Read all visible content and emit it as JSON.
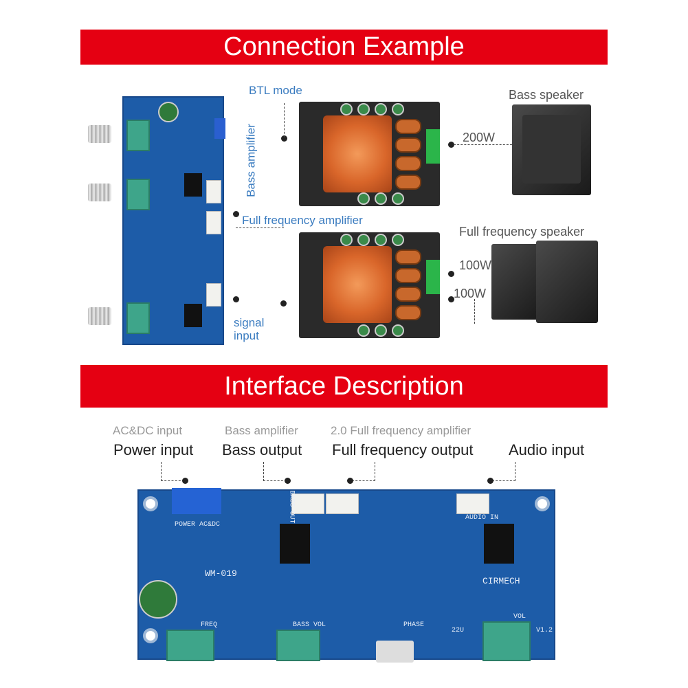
{
  "banners": {
    "connection": "Connection Example",
    "interface": "Interface Description"
  },
  "connection": {
    "btl_mode": "BTL mode",
    "bass_amplifier": "Bass amplifier",
    "full_frequency_amplifier": "Full frequency amplifier",
    "signal_input": "signal input",
    "bass_speaker": "Bass speaker",
    "bass_power": "200W",
    "full_frequency_speaker": "Full frequency speaker",
    "ff_power_1": "100W",
    "ff_power_2": "100W"
  },
  "interface": {
    "power": {
      "sub": "AC&DC input",
      "main": "Power input"
    },
    "bass": {
      "sub": "Bass amplifier",
      "main": "Bass output"
    },
    "full": {
      "sub": "2.0 Full frequency amplifier",
      "main": "Full frequency output"
    },
    "audio": {
      "main": "Audio input"
    }
  },
  "board_silkscreen": {
    "model": "WM-019",
    "brand": "CIRMECH",
    "power": "POWER AC&DC",
    "bass_out": "BASS OUT",
    "freq": "FREQ",
    "bass_vol": "BASS VOL",
    "phase": "PHASE",
    "vol": "VOL",
    "cap": "22U",
    "version": "V1.2",
    "audio_in": "AUDIO IN"
  },
  "colors": {
    "banner": "#e50012",
    "pcb": "#1d5ca8",
    "label_blue": "#3b7cc0"
  }
}
